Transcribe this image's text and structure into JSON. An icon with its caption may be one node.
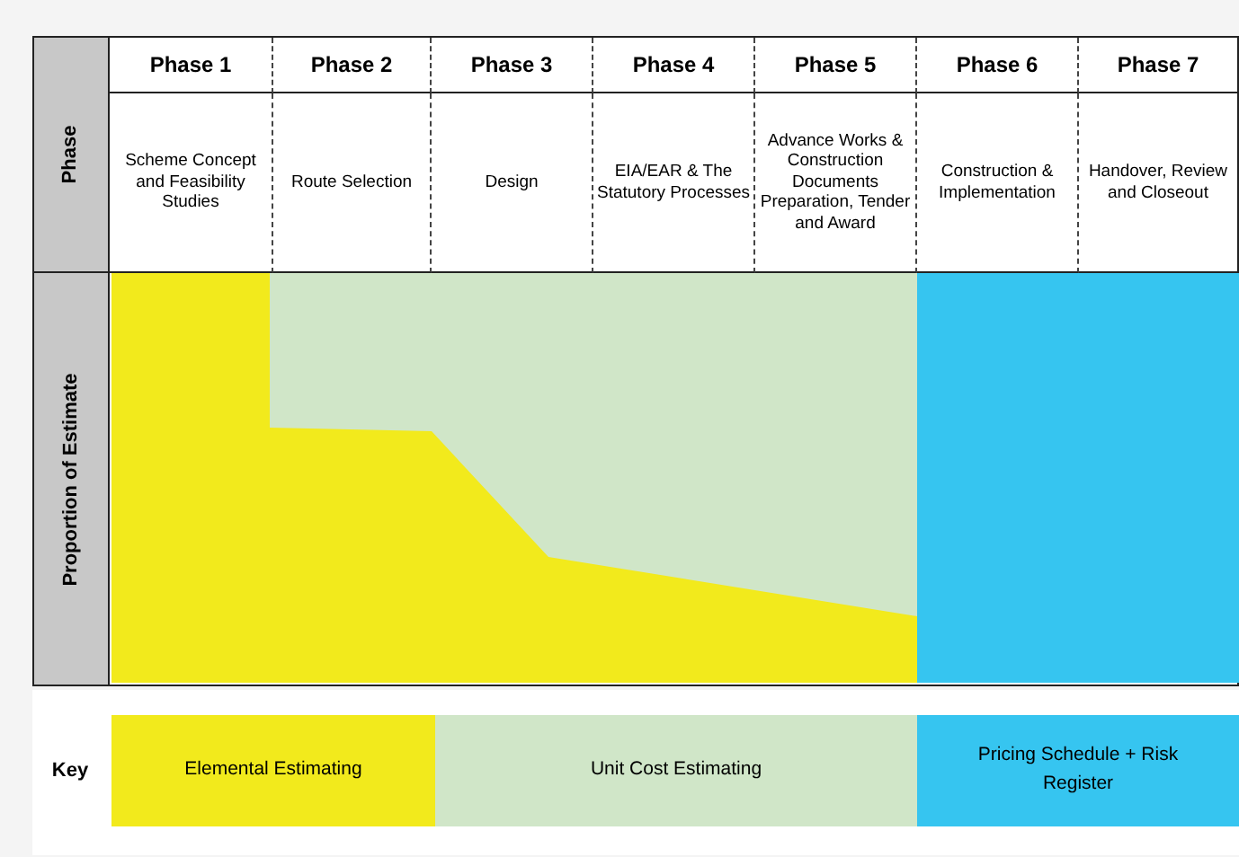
{
  "diagram": {
    "labels": [
      "Phase",
      "Phase 1",
      "Phase 2",
      "Phase 3",
      "Phase 4",
      "Phase 5",
      "Phase 6",
      "Phase 7",
      "Scheme Concept and Feasibility Studies",
      "Route Selection",
      "Design",
      "EIA/EAR & The Statutory Processes",
      "Advance Works & Construction Documents Preparation, Tender and Award",
      "Construction & Implementation",
      "Handover, Review and Closeout",
      "Proportion of Estimate",
      "Key"
    ],
    "legend": [
      {
        "text": "Elemental Estimating",
        "color": "#f2ea1c"
      },
      {
        "text": "Unit Cost Estimating",
        "color": "#d0e6c8"
      },
      {
        "text": "Pricing Schedule + Risk Register",
        "color": "#36c5f0"
      }
    ]
  }
}
